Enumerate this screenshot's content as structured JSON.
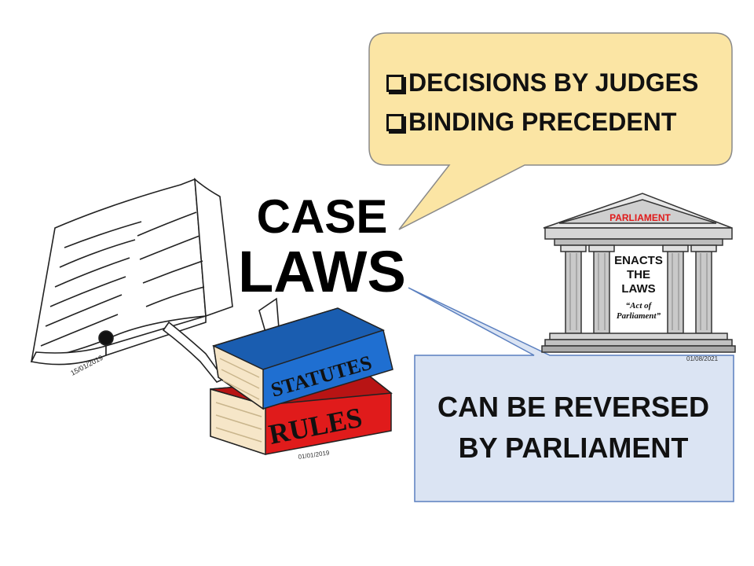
{
  "title": {
    "line1": "CASE",
    "line2": "LAWS"
  },
  "callout_top": {
    "items": [
      "DECISIONS BY JUDGES",
      "BINDING PRECEDENT"
    ],
    "fill": "#fbe5a4",
    "stroke": "#8a8a8a"
  },
  "callout_bottom": {
    "line1": "CAN BE REVERSED",
    "line2": "BY PARLIAMENT",
    "fill": "#dbe4f3",
    "stroke": "#5a7fbf"
  },
  "books": {
    "top_label": "STATUTES",
    "bottom_label": "RULES",
    "top_color": "#1f6fd1",
    "bottom_color": "#e01b1b"
  },
  "parliament": {
    "roof_label": "PARLIAMENT",
    "body_lines": [
      "ENACTS",
      "THE",
      "LAWS"
    ],
    "quote_lines": [
      "“Act of",
      "Parliament”"
    ],
    "roof_label_color": "#e01b1b"
  },
  "signatures": {
    "book": "15/01/2019",
    "books_stack": "01/01/2019",
    "parliament": "01/08/2021"
  }
}
